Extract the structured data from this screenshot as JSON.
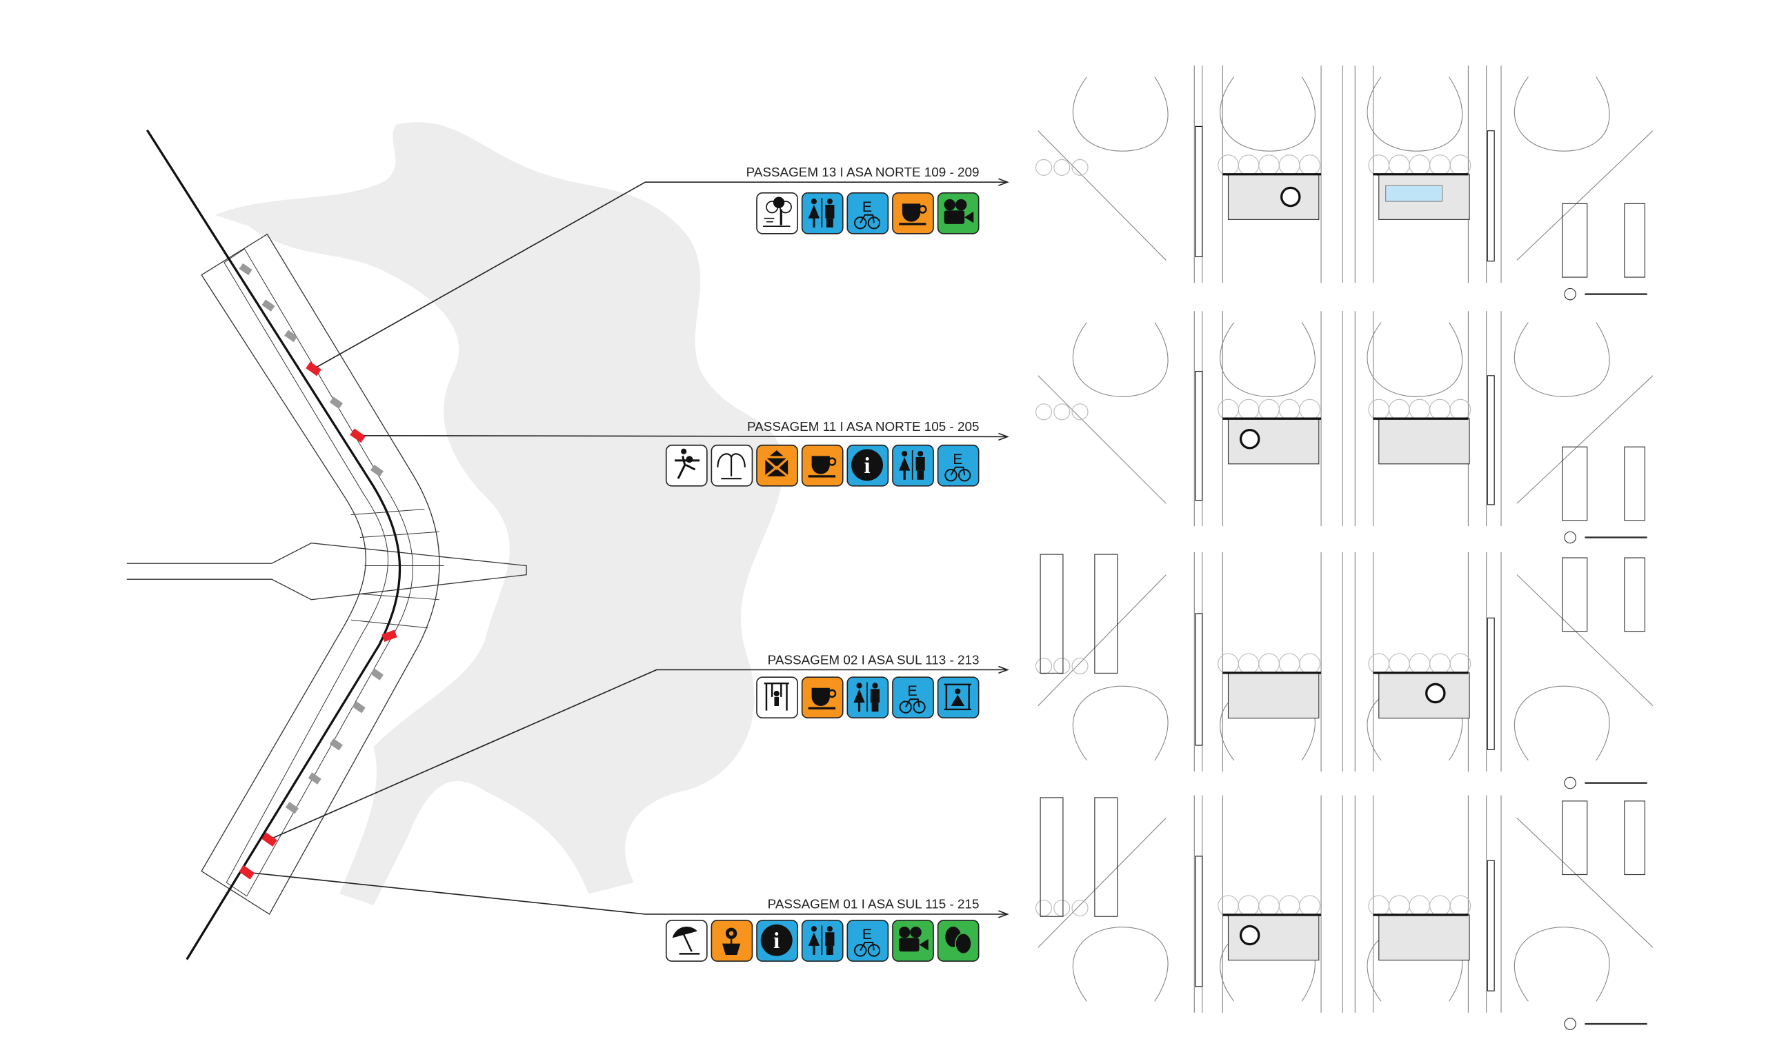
{
  "colors": {
    "blue": "#29a8e0",
    "orange": "#f7941d",
    "green": "#39b54a",
    "white": "#ffffff",
    "red": "#e8202a",
    "lake": "#ededed",
    "pool": "#bfe3f7"
  },
  "passages": [
    {
      "label": "PASSAGEM 13 I ASA NORTE 109 - 209",
      "icons": [
        {
          "type": "picnic-tree",
          "color": "white"
        },
        {
          "type": "restroom",
          "color": "blue"
        },
        {
          "type": "bike-parking",
          "color": "blue"
        },
        {
          "type": "cafe",
          "color": "orange"
        },
        {
          "type": "cinema",
          "color": "green"
        }
      ]
    },
    {
      "label": "PASSAGEM 11 I ASA NORTE 105 - 205",
      "icons": [
        {
          "type": "sport",
          "color": "white"
        },
        {
          "type": "fountain",
          "color": "white"
        },
        {
          "type": "newsstand",
          "color": "orange"
        },
        {
          "type": "cafe",
          "color": "orange"
        },
        {
          "type": "information",
          "color": "blue"
        },
        {
          "type": "restroom",
          "color": "blue"
        },
        {
          "type": "bike-parking",
          "color": "blue"
        }
      ]
    },
    {
      "label": "PASSAGEM 02 I ASA SUL 113 - 213",
      "icons": [
        {
          "type": "playground-swing",
          "color": "white"
        },
        {
          "type": "cafe",
          "color": "orange"
        },
        {
          "type": "restroom",
          "color": "blue"
        },
        {
          "type": "bike-parking",
          "color": "blue"
        },
        {
          "type": "exhibition",
          "color": "blue"
        }
      ]
    },
    {
      "label": "PASSAGEM 01 I ASA SUL 115 - 215",
      "icons": [
        {
          "type": "beach-umbrella",
          "color": "white"
        },
        {
          "type": "flower-shop",
          "color": "orange"
        },
        {
          "type": "information",
          "color": "blue"
        },
        {
          "type": "restroom",
          "color": "blue"
        },
        {
          "type": "bike-parking",
          "color": "blue"
        },
        {
          "type": "cinema",
          "color": "green"
        },
        {
          "type": "theatre",
          "color": "green"
        }
      ]
    }
  ],
  "bike_letter": "E",
  "info_letter": "i"
}
